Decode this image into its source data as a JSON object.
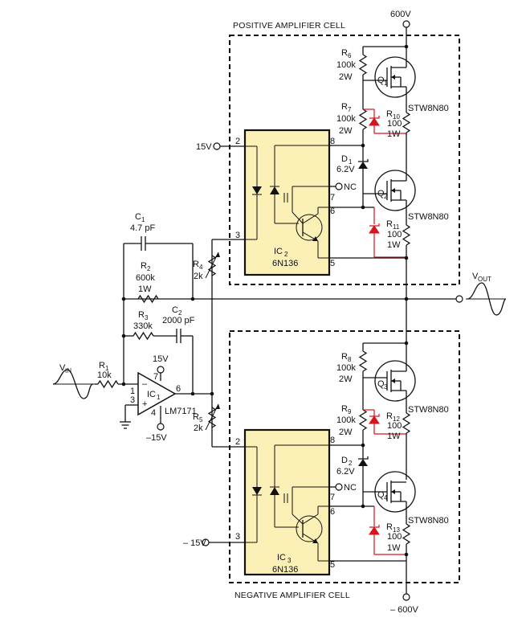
{
  "cells": {
    "positive_label": "POSITIVE AMPLIFIER CELL",
    "negative_label": "NEGATIVE AMPLIFIER CELL"
  },
  "supplies": {
    "pos_hv": "600V",
    "neg_hv": "– 600V",
    "pos_15": "15V",
    "neg_15": "– 15V",
    "opamp_pos": "15V",
    "opamp_neg": "–15V"
  },
  "signals": {
    "vin_main": "V",
    "vin_sub": "IN",
    "vout_main": "V",
    "vout_sub": "OUT"
  },
  "components": {
    "R1": {
      "name": "R",
      "sub": "1",
      "value": "10k"
    },
    "R2": {
      "name": "R",
      "sub": "2",
      "value": "600k",
      "power": "1W"
    },
    "R3": {
      "name": "R",
      "sub": "3",
      "value": "330k"
    },
    "R4": {
      "name": "R",
      "sub": "4",
      "value": "2k"
    },
    "R5": {
      "name": "R",
      "sub": "5",
      "value": "2k"
    },
    "R6": {
      "name": "R",
      "sub": "6",
      "value": "100k",
      "power": "2W"
    },
    "R7": {
      "name": "R",
      "sub": "7",
      "value": "100k",
      "power": "2W"
    },
    "R8": {
      "name": "R",
      "sub": "8",
      "value": "100k",
      "power": "2W"
    },
    "R9": {
      "name": "R",
      "sub": "9",
      "value": "100k",
      "power": "2W"
    },
    "R10": {
      "name": "R",
      "sub": "10",
      "value": "100",
      "power": "1W"
    },
    "R11": {
      "name": "R",
      "sub": "11",
      "value": "100",
      "power": "1W"
    },
    "R12": {
      "name": "R",
      "sub": "12",
      "value": "100",
      "power": "1W"
    },
    "R13": {
      "name": "R",
      "sub": "13",
      "value": "100",
      "power": "1W"
    },
    "C1": {
      "name": "C",
      "sub": "1",
      "value": "4.7 pF"
    },
    "C2": {
      "name": "C",
      "sub": "2",
      "value": "2000 pF"
    },
    "D1": {
      "name": "D",
      "sub": "1",
      "value": "6.2V"
    },
    "D2": {
      "name": "D",
      "sub": "2",
      "value": "6.2V"
    },
    "Q1": {
      "name": "Q",
      "sub": "1",
      "part": "STW8N80"
    },
    "Q2": {
      "name": "Q",
      "sub": "2",
      "part": "STW8N80"
    },
    "Q3": {
      "name": "Q",
      "sub": "3",
      "part": "STW8N80"
    },
    "Q4": {
      "name": "Q",
      "sub": "4",
      "part": "STW8N80"
    },
    "IC1": {
      "name": "IC",
      "sub": "1",
      "part": "LM7171"
    },
    "IC2": {
      "name": "IC",
      "sub": "2",
      "part": "6N136"
    },
    "IC3": {
      "name": "IC",
      "sub": "3",
      "part": "6N136"
    }
  },
  "pins": {
    "p1": "1",
    "p2": "2",
    "p3": "3",
    "p4": "4",
    "p5": "5",
    "p6": "6",
    "p7": "7",
    "p8": "8",
    "nc": "NC",
    "minus": "–",
    "plus": "+"
  }
}
